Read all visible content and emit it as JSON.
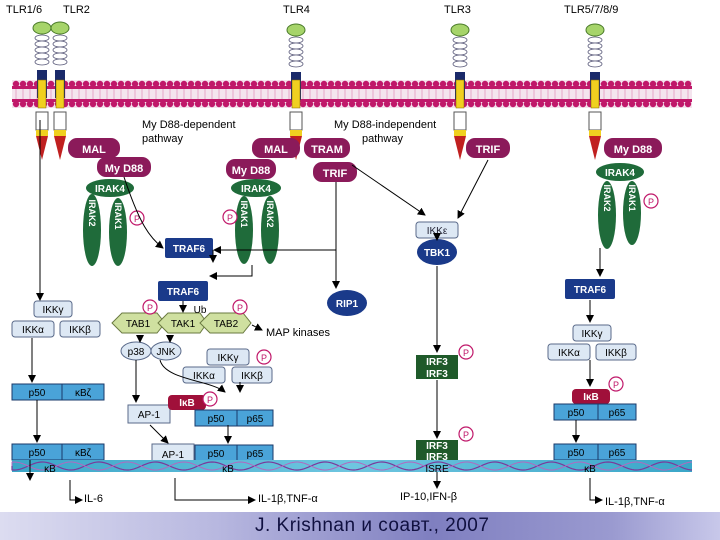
{
  "receptors": {
    "tlr1_6": "TLR1/6",
    "tlr2": "TLR2",
    "tlr4": "TLR4",
    "tlr3": "TLR3",
    "tlr5_7_8_9": "TLR5/7/8/9"
  },
  "pathways": {
    "myd88_dependent": [
      "My D88-dependent",
      "pathway"
    ],
    "myd88_independent": [
      "My D88-independent",
      "pathway"
    ]
  },
  "adaptors": {
    "mal": "MAL",
    "myd88": "My D88",
    "tram": "TRAM",
    "trif": "TRIF"
  },
  "kinases": {
    "irak4": "IRAK4",
    "irak2": "IRAK2",
    "irak1": "IRAK1",
    "traf6": "TRAF6",
    "rip1": "RIP1",
    "ikk_eps": "IKKε",
    "tbk1": "TBK1",
    "ub": "Ub",
    "tab1": "TAB1",
    "tak1": "TAK1",
    "tab2": "TAB2",
    "map_kinases": "MAP kinases",
    "p38": "p38",
    "jnk": "JNK",
    "ikk_gamma": "IKKγ",
    "ikk_alpha": "IKKα",
    "ikk_beta": "IKKβ",
    "phospho": "P"
  },
  "transcription": {
    "ap1": "AP-1",
    "ikb": "IκB",
    "p50": "p50",
    "p65": "p65",
    "kbz": "κBζ",
    "irf3": "IRF3",
    "kb": "κB",
    "isre": "ISRE"
  },
  "outputs": {
    "il6": "IL-6",
    "il1_tnf_left": "IL-1β,TNF-α",
    "ip10_ifn": "IP-10,IFN-β",
    "il1_tnf_right": "IL-1β,TNF-α"
  },
  "credit": "J. Krishnan и соавт., 2007",
  "colors": {
    "adaptor": "#8b1a5a",
    "irak": "#1f6b3a",
    "traf": "#1a3a8a",
    "membrane_head": "#c0186a",
    "nfkb": "#4aa3d8",
    "irf": "#1f5a2a",
    "dna": "#3aa6c8"
  }
}
